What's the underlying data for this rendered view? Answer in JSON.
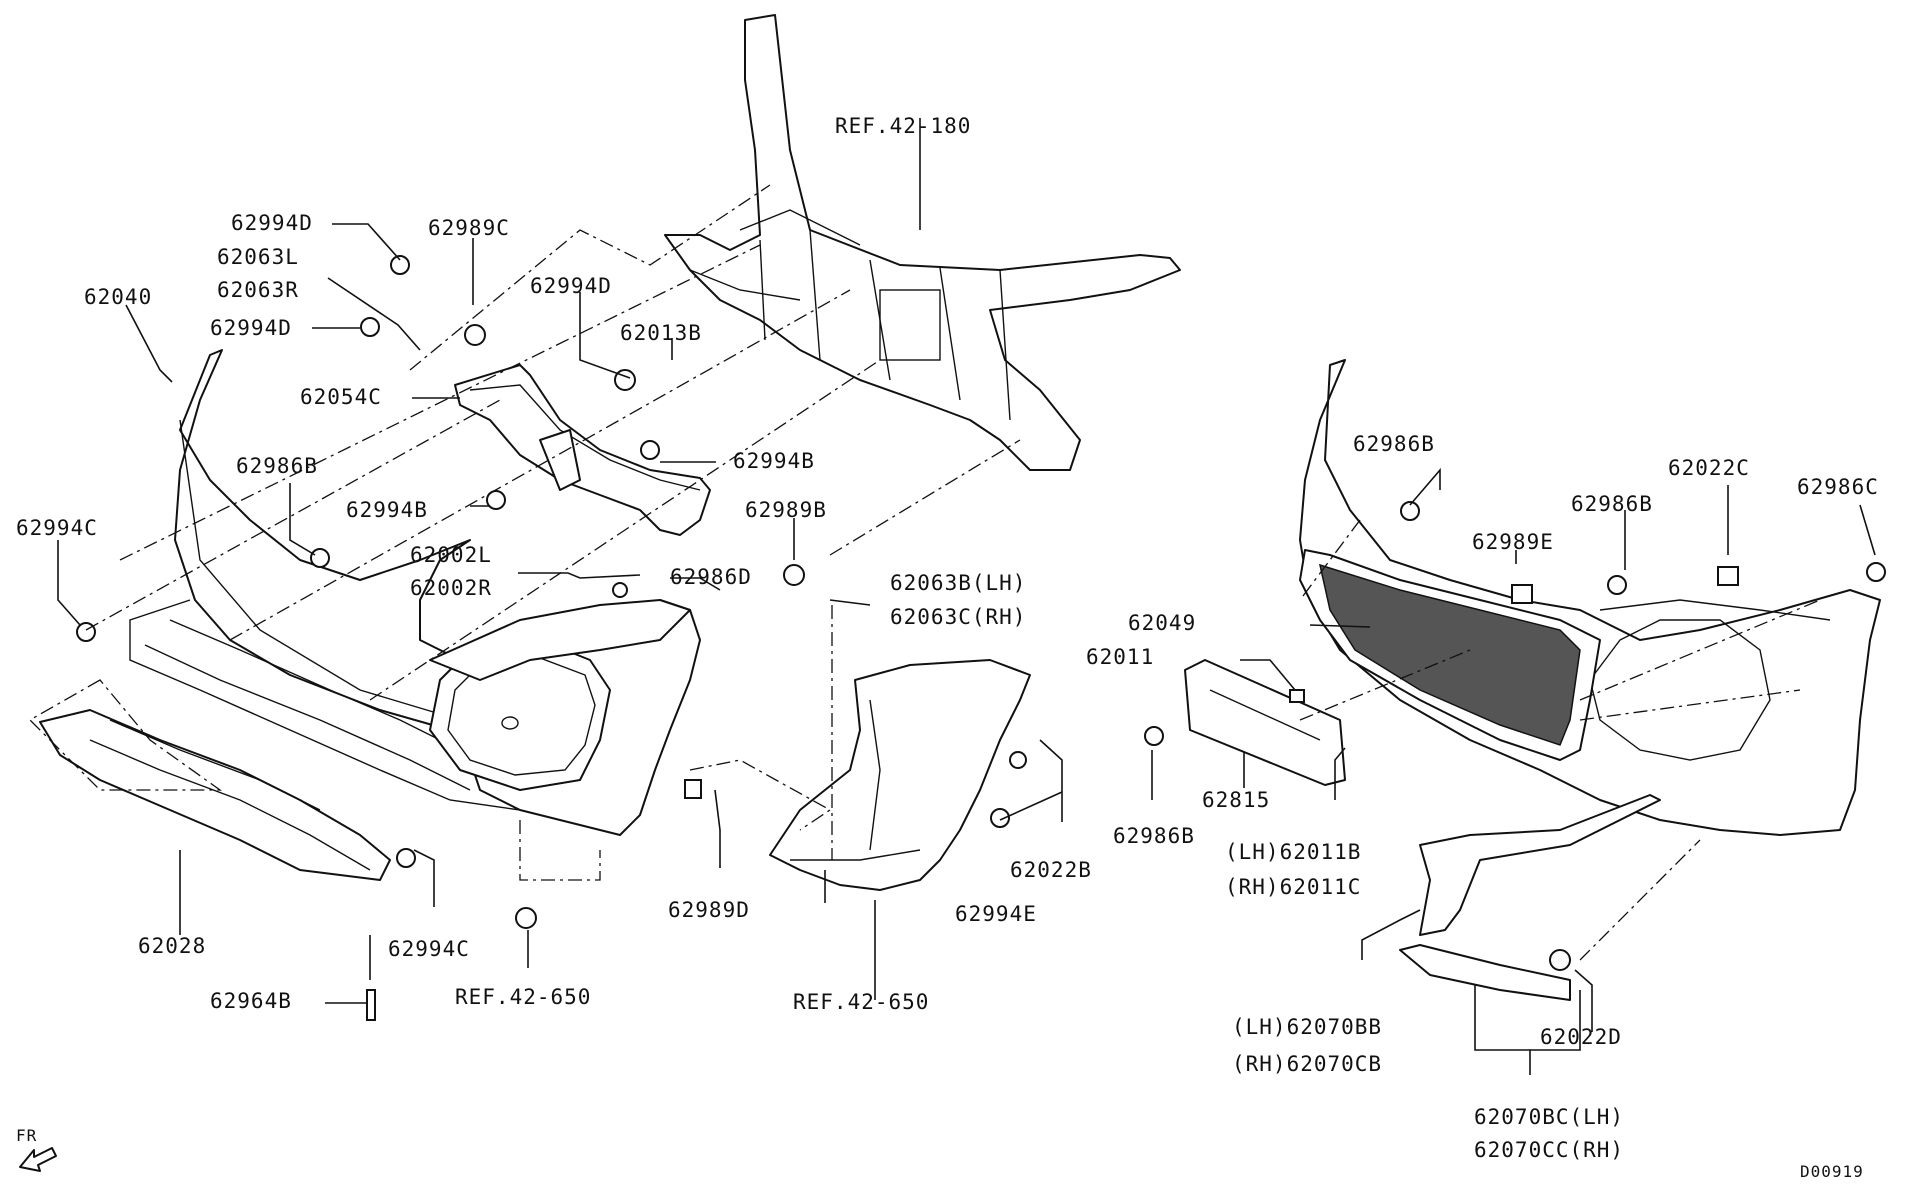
{
  "diagram": {
    "code": "D00919",
    "front_indicator": "FR",
    "labels": {
      "ref_42_180": "REF.42-180",
      "p62994D_a": "62994D",
      "p62989C": "62989C",
      "p62063L": "62063L",
      "p62063R": "62063R",
      "p62994D_b": "62994D",
      "p62994D_c": "62994D",
      "p62013B": "62013B",
      "p62040": "62040",
      "p62054C": "62054C",
      "p62994B_a": "62994B",
      "p62986B_a": "62986B",
      "p62994B_b": "62994B",
      "p62994C_a": "62994C",
      "p62002L": "62002L",
      "p62002R": "62002R",
      "p62986D": "62986D",
      "p62989B": "62989B",
      "p62063B_LH": "62063B(LH)",
      "p62063C_RH": "62063C(RH)",
      "p62989D": "62989D",
      "p62022B": "62022B",
      "p62994E": "62994E",
      "p62028": "62028",
      "p62994C_b": "62994C",
      "p62964B": "62964B",
      "ref_42_650_a": "REF.42-650",
      "ref_42_650_b": "REF.42-650",
      "p62986B_b": "62986B",
      "p62022C": "62022C",
      "p62986C": "62986C",
      "p62986B_c": "62986B",
      "p62989E": "62989E",
      "p62049": "62049",
      "p62011": "62011",
      "p62986B_d": "62986B",
      "p62815": "62815",
      "p62011B_LH": "(LH)62011B",
      "p62011C_RH": "(RH)62011C",
      "p62070BB_LH": "(LH)62070BB",
      "p62070CB_RH": "(RH)62070CB",
      "p62022D": "62022D",
      "p62070BC_LH": "62070BC(LH)",
      "p62070CC_RH": "62070CC(RH)"
    }
  }
}
